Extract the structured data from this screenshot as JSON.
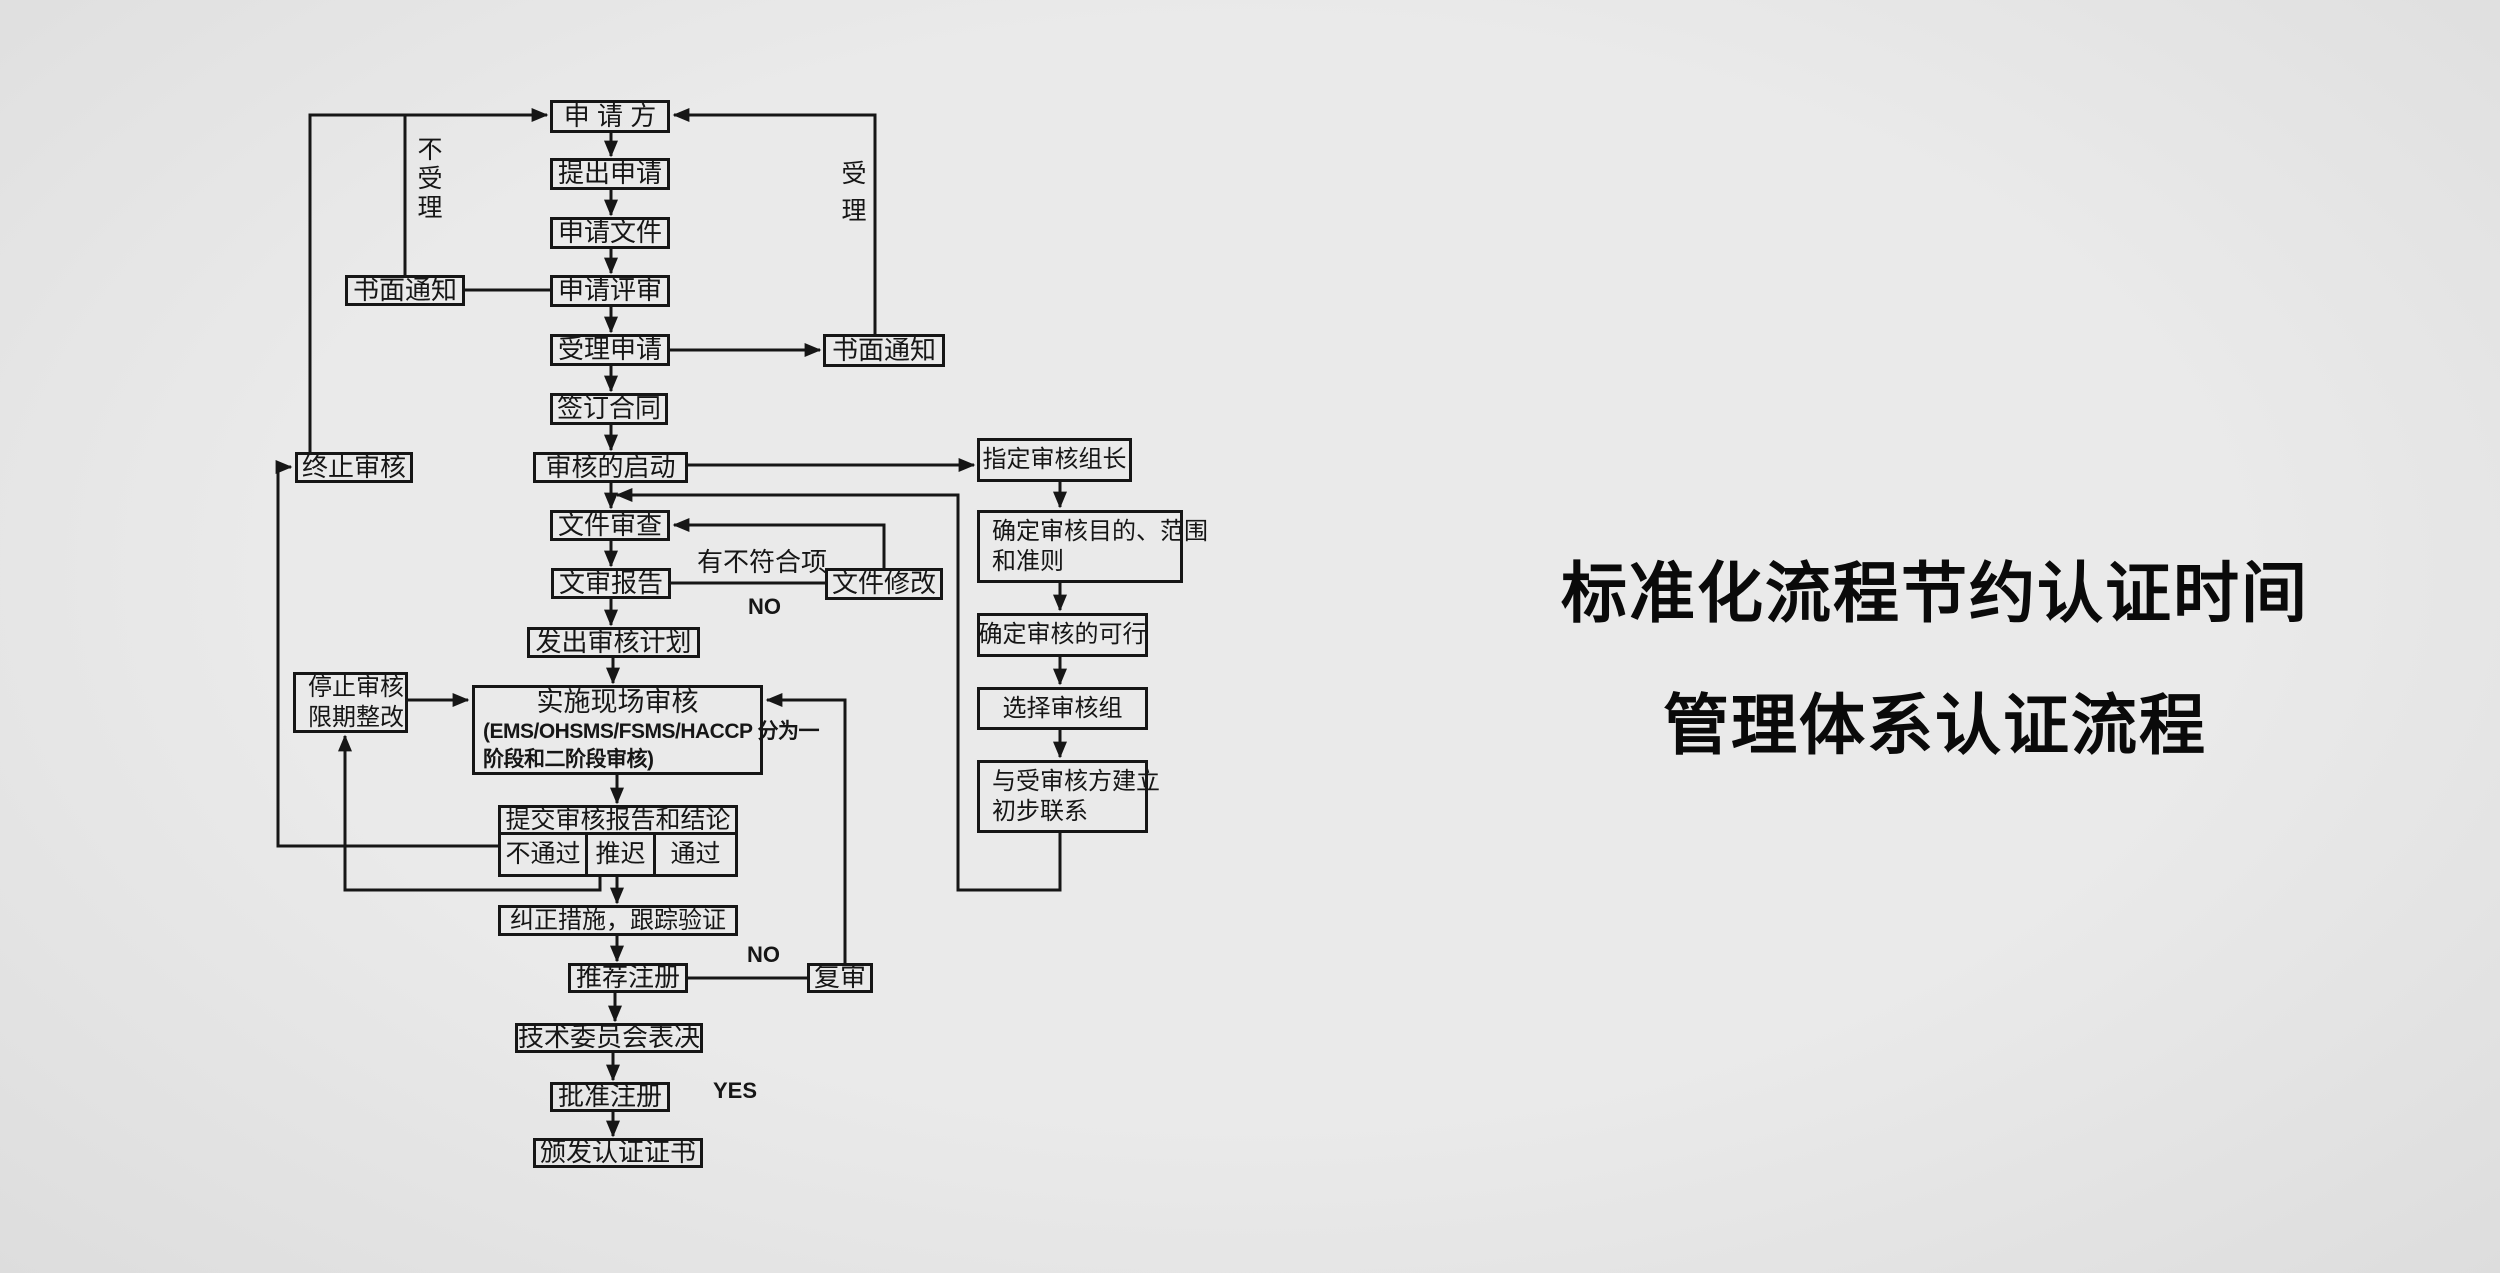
{
  "title": {
    "line1": "标准化流程节约认证时间",
    "line2": "管理体系认证流程"
  },
  "nodes": {
    "applicant": "申 请 方",
    "submit_application": "提出申请",
    "application_documents": "申请文件",
    "application_review": "申请评审",
    "written_notice_left": "书面通知",
    "accept_application": "受理申请",
    "written_notice_right": "书面通知",
    "sign_contract": "签订合同",
    "audit_initiation": "审核的启动",
    "terminate_audit": "终止审核",
    "document_review": "文件审查",
    "document_review_report": "文审报告",
    "document_modification": "文件修改",
    "issue_audit_plan": "发出审核计划",
    "stop_audit_line1": "停止审核",
    "stop_audit_line2": "限期整改",
    "onsite_audit_line1": "实施现场审核",
    "onsite_audit_line2": "(EMS/OHSMS/FSMS/HACCP 分为一",
    "onsite_audit_line3": "阶段和二阶段审核)",
    "submit_report": "提交审核报告和结论",
    "result_fail": "不通过",
    "result_postpone": "推迟",
    "result_pass": "通过",
    "corrective_action": "纠正措施，跟踪验证",
    "recommend_registration": "推荐注册",
    "re_audit": "复审",
    "committee_vote": "技术委员会表决",
    "approve_registration": "批准注册",
    "issue_certificate": "颁发认证证书",
    "appoint_leader": "指定审核组长",
    "define_objectives_line1": "确定审核目的、范围",
    "define_objectives_line2": "和准则",
    "confirm_feasibility": "确定审核的可行",
    "select_team": "选择审核组",
    "initial_contact_line1": "与受审核方建立",
    "initial_contact_line2": "初步联系"
  },
  "edge_labels": {
    "not_accepted": "不受理",
    "accepted": "受理",
    "nonconformity": "有不符合项",
    "no_doc": "NO",
    "no_reaudit": "NO",
    "yes_approve": "YES"
  },
  "colors": {
    "background": "#e8e8e8",
    "line": "#161616",
    "text": "#0a0a0a"
  }
}
